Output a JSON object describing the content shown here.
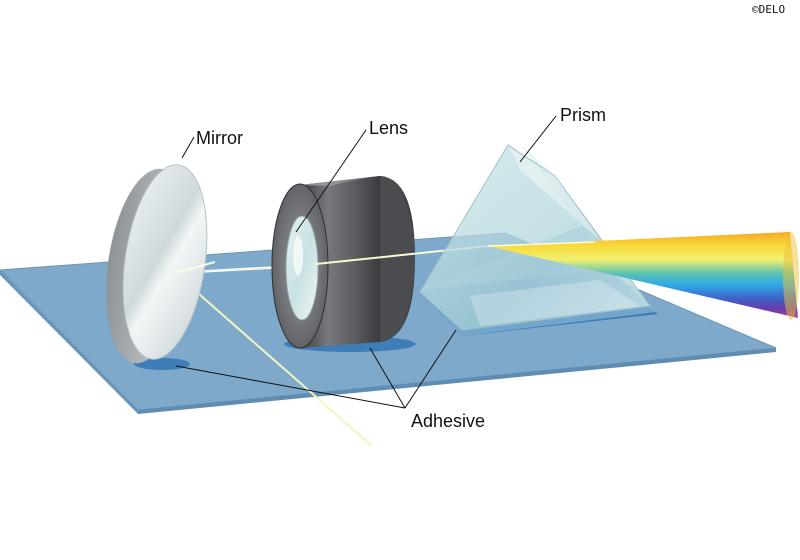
{
  "copyright": "©DELO",
  "labels": {
    "mirror": "Mirror",
    "lens": "Lens",
    "prism": "Prism",
    "adhesive": "Adhesive"
  },
  "colors": {
    "baseplate": "#7ea9cb",
    "baseplate_edge": "#6a95b8",
    "adhesive": "#3f7db8",
    "lens_body": "#5e5f63",
    "mirror_face": "#dde6ea",
    "beam": "#f3f3c8"
  }
}
